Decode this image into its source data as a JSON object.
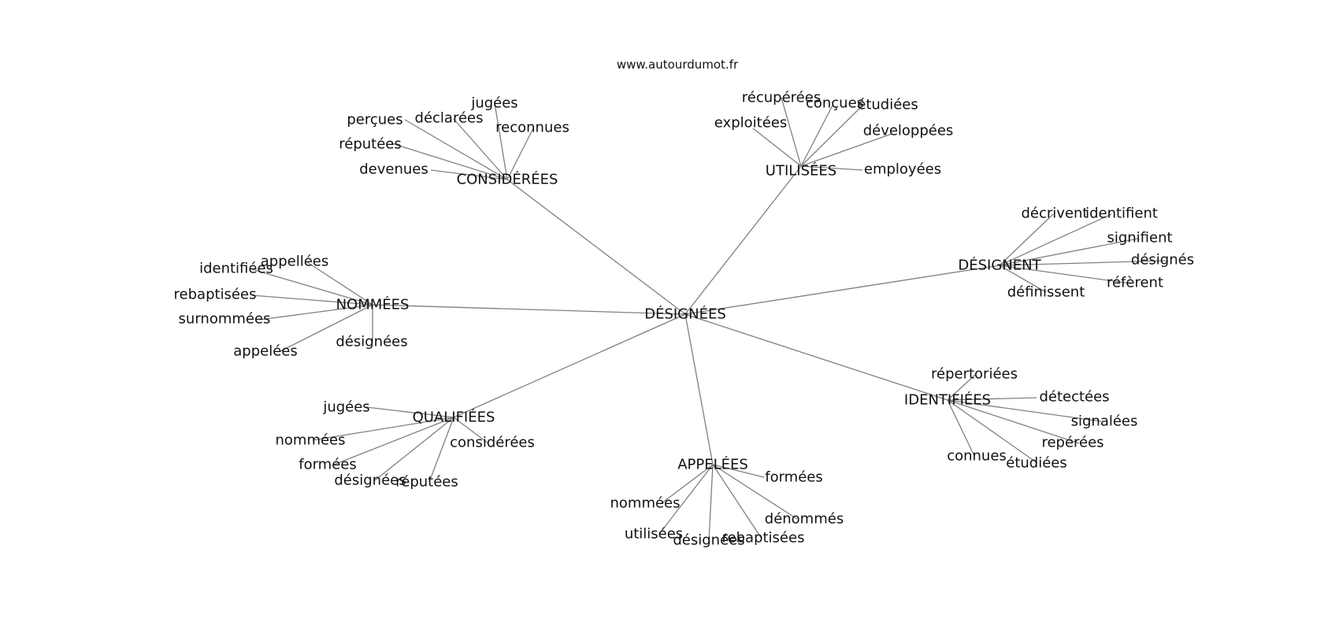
{
  "source": "www.autourdumot.fr",
  "center": "DÉSIGNÉES",
  "hubs": [
    {
      "label": "CONSIDÉRÉES",
      "leaves": [
        "jugées",
        "perçues",
        "déclarées",
        "reconnues",
        "réputées",
        "devenues"
      ]
    },
    {
      "label": "UTILISÉES",
      "leaves": [
        "récupérées",
        "conçues",
        "étudiées",
        "exploitées",
        "développées",
        "employées"
      ]
    },
    {
      "label": "DÉSIGNENT",
      "leaves": [
        "décrivent",
        "identifient",
        "signifient",
        "désignés",
        "réfèrent",
        "définissent"
      ]
    },
    {
      "label": "NOMMÉES",
      "leaves": [
        "appellées",
        "identifiées",
        "rebaptisées",
        "surnommées",
        "appelées",
        "désignées"
      ]
    },
    {
      "label": "IDENTIFIÉES",
      "leaves": [
        "répertoriées",
        "détectées",
        "signalées",
        "repérées",
        "connues",
        "étudiées"
      ]
    },
    {
      "label": "QUALIFIÉES",
      "leaves": [
        "jugées",
        "nommées",
        "considérées",
        "formées",
        "désignées",
        "réputées"
      ]
    },
    {
      "label": "APPELÉES",
      "leaves": [
        "formées",
        "nommées",
        "dénommés",
        "utilisées",
        "désignées",
        "rebaptisées"
      ]
    }
  ]
}
